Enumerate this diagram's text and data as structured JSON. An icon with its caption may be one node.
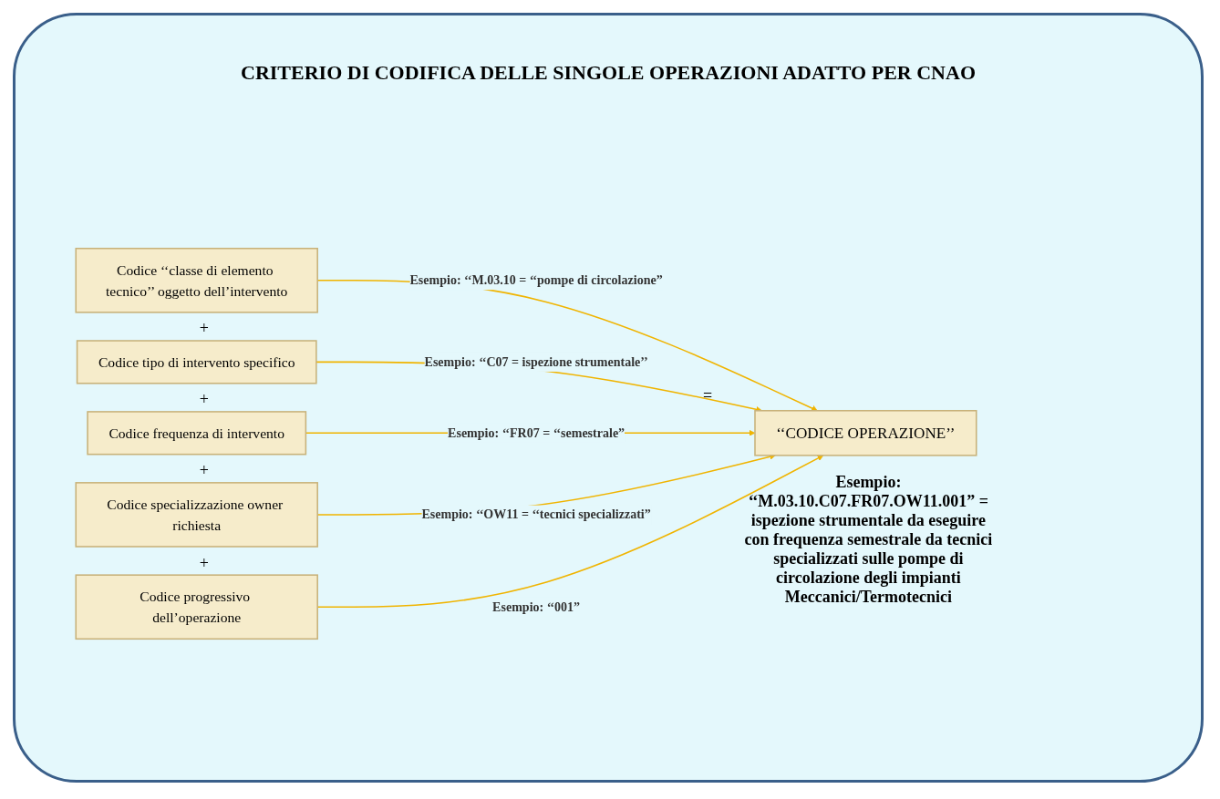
{
  "diagram": {
    "title": "CRITERIO DI CODIFICA DELLE SINGOLE OPERAZIONI ADATTO PER CNAO",
    "nodes": [
      {
        "text": [
          "Codice ‘‘classe di elemento tecnico’’ oggetto dell’intervento"
        ]
      },
      {
        "text": [
          "Codice tipo di intervento specifico"
        ]
      },
      {
        "text": [
          "Codice frequenza di intervento"
        ]
      },
      {
        "text": [
          "Codice specializzazione owner richiesta"
        ]
      },
      {
        "text": [
          "Codice progressivo dell’operazione"
        ]
      },
      {
        "text": [
          "‘‘CODICE OPERAZIONE’’"
        ],
        "beside": [
          "Esempio: ‘‘M.03.10.C07.FR07.OW11.001” = ispezione strumentale da eseguire con frequenza semestrale da tecnici specializzati sulle pompe di circolazione degli impianti Meccanici/Termotecnici"
        ]
      }
    ],
    "edges": [
      {
        "from": 0,
        "to": 5,
        "arrow": "to",
        "label": "Esempio: ‘‘M.03.10 = ‘‘pompe di circolazione”"
      },
      {
        "from": 1,
        "to": 5,
        "arrow": "to",
        "label": "Esempio: ‘‘C07 = ispezione strumentale’’"
      },
      {
        "from": 2,
        "to": 5,
        "arrow": "to",
        "label": "Esempio: ‘‘FR07 = ‘‘semestrale”"
      },
      {
        "from": 3,
        "to": 5,
        "arrow": "to",
        "label": "Esempio: ‘‘OW11 = ‘‘tecnici specializzati”"
      },
      {
        "from": 4,
        "to": 5,
        "arrow": "to",
        "label": "Esempio: ‘‘001”"
      }
    ],
    "labels": [
      "+",
      "+",
      "+",
      "+",
      "="
    ]
  }
}
